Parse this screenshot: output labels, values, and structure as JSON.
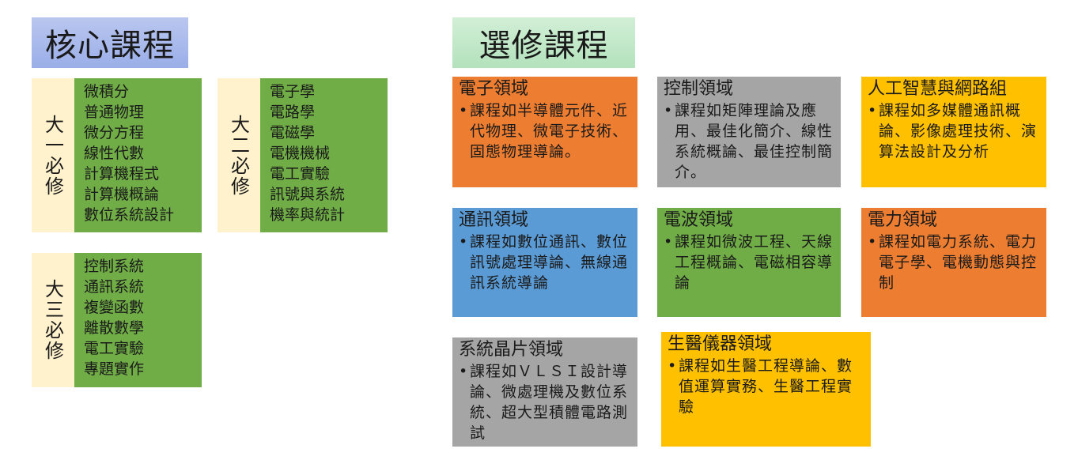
{
  "core": {
    "title": "核心課程",
    "groups": [
      {
        "label": "大一必修",
        "courses": [
          "微積分",
          "普通物理",
          "微分方程",
          "線性代數",
          "計算機程式",
          "計算機概論",
          "數位系統設計"
        ]
      },
      {
        "label": "大二必修",
        "courses": [
          "電子學",
          "電路學",
          "電磁學",
          "電機機械",
          "電工實驗",
          "訊號與系統",
          "機率與統計"
        ]
      },
      {
        "label": "大三必修",
        "courses": [
          "控制系統",
          "通訊系統",
          "複變函數",
          "離散數學",
          "電工實驗",
          "專題實作"
        ]
      }
    ]
  },
  "elective": {
    "title": "選修課程",
    "fields": [
      {
        "name": "電子領域",
        "desc": "課程如半導體元件、近代物理、微電子技術、固態物理導論。"
      },
      {
        "name": "控制領域",
        "desc": "課程如矩陣理論及應用、最佳化簡介、線性系統概論、最佳控制簡介。"
      },
      {
        "name": "人工智慧與網路組",
        "desc": "課程如多媒體通訊概論、影像處理技術、演算法設計及分析"
      },
      {
        "name": "通訊領域",
        "desc": "課程如數位通訊、數位訊號處理導論、無線通訊系統導論"
      },
      {
        "name": "電波領域",
        "desc": "課程如微波工程、天線工程概論、電磁相容導論"
      },
      {
        "name": "電力領域",
        "desc": "課程如電力系統、電力電子學、電機動態與控制"
      },
      {
        "name": "系統晶片領域",
        "desc": "課程如ＶＬＳＩ設計導論、微處理機及數位系統、超大型積體電路測試"
      },
      {
        "name": "生醫儀器領域",
        "desc": "課程如生醫工程導論、數值運算實務、生醫工程實驗"
      }
    ]
  },
  "colors": {
    "core_title_bg": "#9aaee8",
    "elective_title_bg": "#b3e2bc",
    "label_bg": "#fff2cc",
    "green": "#70ad47",
    "orange": "#ed7d31",
    "gray": "#a5a5a5",
    "yellow": "#ffc000",
    "blue": "#5b9bd5"
  }
}
